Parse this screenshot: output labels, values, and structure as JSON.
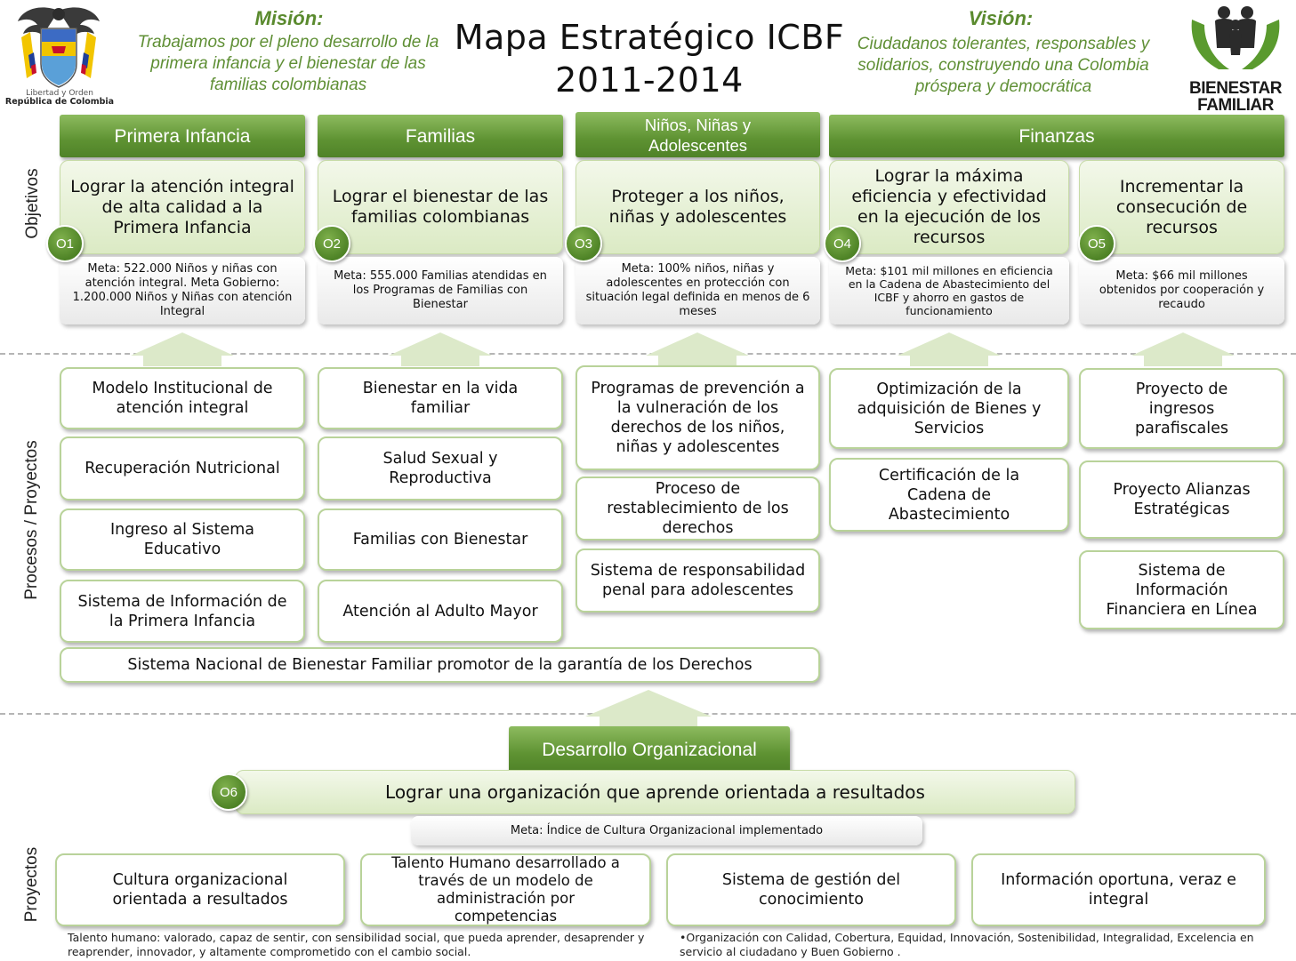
{
  "header": {
    "title_line1": "Mapa Estratégico ICBF",
    "title_line2": "2011-2014",
    "mision_head": "Misión:",
    "mision_text": "Trabajamos por el pleno desarrollo de la primera infancia y el bienestar de las familias colombianas",
    "vision_head": "Visión:",
    "vision_text": "Ciudadanos tolerantes, responsables y solidarios, construyendo una Colombia próspera y democrática"
  },
  "logos": {
    "colombia_caption1": "Libertad y Orden",
    "colombia_caption2": "República de Colombia",
    "bf_word1": "BIENESTAR",
    "bf_word2": "FAMILIAR"
  },
  "labels": {
    "objetivos": "Objetivos",
    "procesos": "Procesos / Proyectos",
    "proyectos": "Proyectos"
  },
  "perspectives": {
    "primera_infancia": "Primera Infancia",
    "familias": "Familias",
    "ninos": "Niños, Niñas y Adolescentes",
    "finanzas": "Finanzas"
  },
  "objectives": {
    "o1": {
      "badge": "O1",
      "text": "Lograr la atención integral de alta calidad a la Primera Infancia",
      "meta": "Meta: 522.000 Niños y niñas con atención integral. Meta Gobierno: 1.200.000 Niños y Niñas con atención Integral"
    },
    "o2": {
      "badge": "O2",
      "text": "Lograr el bienestar de las familias colombianas",
      "meta": "Meta: 555.000 Familias atendidas en los Programas de Familias con Bienestar"
    },
    "o3": {
      "badge": "O3",
      "text": "Proteger a los niños, niñas y adolescentes",
      "meta": "Meta: 100% niños, niñas y adolescentes en protección con situación legal definida en menos de 6 meses"
    },
    "o4": {
      "badge": "O4",
      "text": "Lograr la máxima eficiencia y efectividad en la ejecución de los recursos",
      "meta": "Meta: $101 mil millones en eficiencia en la Cadena de Abastecimiento del ICBF y ahorro en gastos de funcionamiento"
    },
    "o5": {
      "badge": "O5",
      "text": "Incrementar la consecución de recursos",
      "meta": "Meta: $66 mil millones obtenidos por cooperación y recaudo"
    },
    "o6": {
      "badge": "O6",
      "text": "Lograr una organización que aprende orientada a resultados",
      "meta": "Meta: Índice de Cultura Organizacional implementado"
    }
  },
  "processes": {
    "col1": [
      "Modelo Institucional de atención integral",
      "Recuperación Nutricional",
      "Ingreso al Sistema Educativo",
      "Sistema de Información de la Primera Infancia"
    ],
    "col2": [
      "Bienestar en la vida familiar",
      "Salud Sexual y Reproductiva",
      "Familias con Bienestar",
      "Atención al Adulto Mayor"
    ],
    "col3": [
      "Programas de prevención a la vulneración de los derechos de los niños, niñas y adolescentes",
      "Proceso de restablecimiento de los derechos",
      "Sistema de responsabilidad penal para adolescentes"
    ],
    "col4": [
      "Optimización de la adquisición de Bienes y Servicios",
      "Certificación de la Cadena de Abastecimiento"
    ],
    "col5": [
      "Proyecto de ingresos parafiscales",
      "Proyecto Alianzas Estratégicas",
      "Sistema de Información Financiera en Línea"
    ],
    "snbf": "Sistema Nacional de Bienestar Familiar promotor de la garantía de los Derechos"
  },
  "desarrollo": {
    "title": "Desarrollo Organizacional",
    "projects": [
      "Cultura organizacional orientada a resultados",
      "Talento Humano desarrollado a través de un modelo de administración por competencias",
      "Sistema de gestión del conocimiento",
      "Información oportuna, veraz e integral"
    ]
  },
  "footer": {
    "left": "Talento humano: valorado, capaz de sentir, con sensibilidad social, que pueda aprender, desaprender y reaprender, innovador, y altamente comprometido con el cambio social.",
    "right": "•Organización con Calidad, Cobertura, Equidad, Innovación, Sostenibilidad, Integralidad, Excelencia en servicio al ciudadano y Buen Gobierno ."
  },
  "colors": {
    "green_dark": "#4f8228",
    "green_light": "#dbeac4",
    "mision_text": "#5f8f35",
    "arrow": "#dce9c9"
  }
}
